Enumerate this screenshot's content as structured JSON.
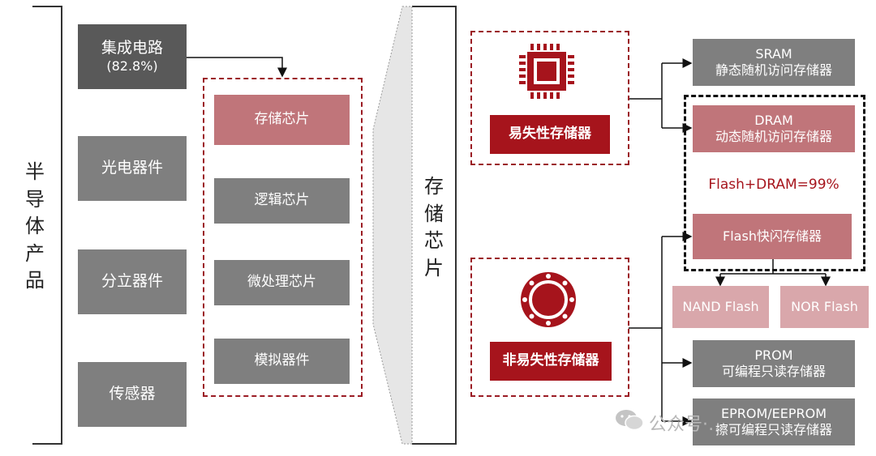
{
  "left_title": "半导体产品",
  "middle_title": "存储芯片",
  "categories": [
    {
      "name": "集成电路",
      "share": "(82.8%)"
    },
    {
      "name": "光电器件"
    },
    {
      "name": "分立器件"
    },
    {
      "name": "传感器"
    }
  ],
  "ic_types": [
    "存储芯片",
    "逻辑芯片",
    "微处理芯片",
    "模拟器件"
  ],
  "volatile": {
    "label": "易失性存储器",
    "icon": "chip-icon"
  },
  "nonvolatile": {
    "label": "非易失性存储器",
    "icon": "disc-icon"
  },
  "sram": {
    "name": "SRAM",
    "desc": "静态随机访问存储器"
  },
  "dram": {
    "name": "DRAM",
    "desc": "动态随机访问存储器"
  },
  "share_note": "Flash+DRAM=99%",
  "flash": {
    "name": "Flash快闪存储器"
  },
  "nand": "NAND Flash",
  "nor": "NOR Flash",
  "prom": {
    "name": "PROM",
    "desc": "可编程只读存储器"
  },
  "eprom": {
    "name": "EPROM/EEPROM",
    "desc": "擦可编程只读存储器"
  },
  "watermark": "公众号·…",
  "colors": {
    "red": "#a6141c",
    "pink": "#c0757a",
    "pink_light": "#d9a7ab",
    "gray": "#7f7f7f",
    "gray_dark": "#595959"
  }
}
